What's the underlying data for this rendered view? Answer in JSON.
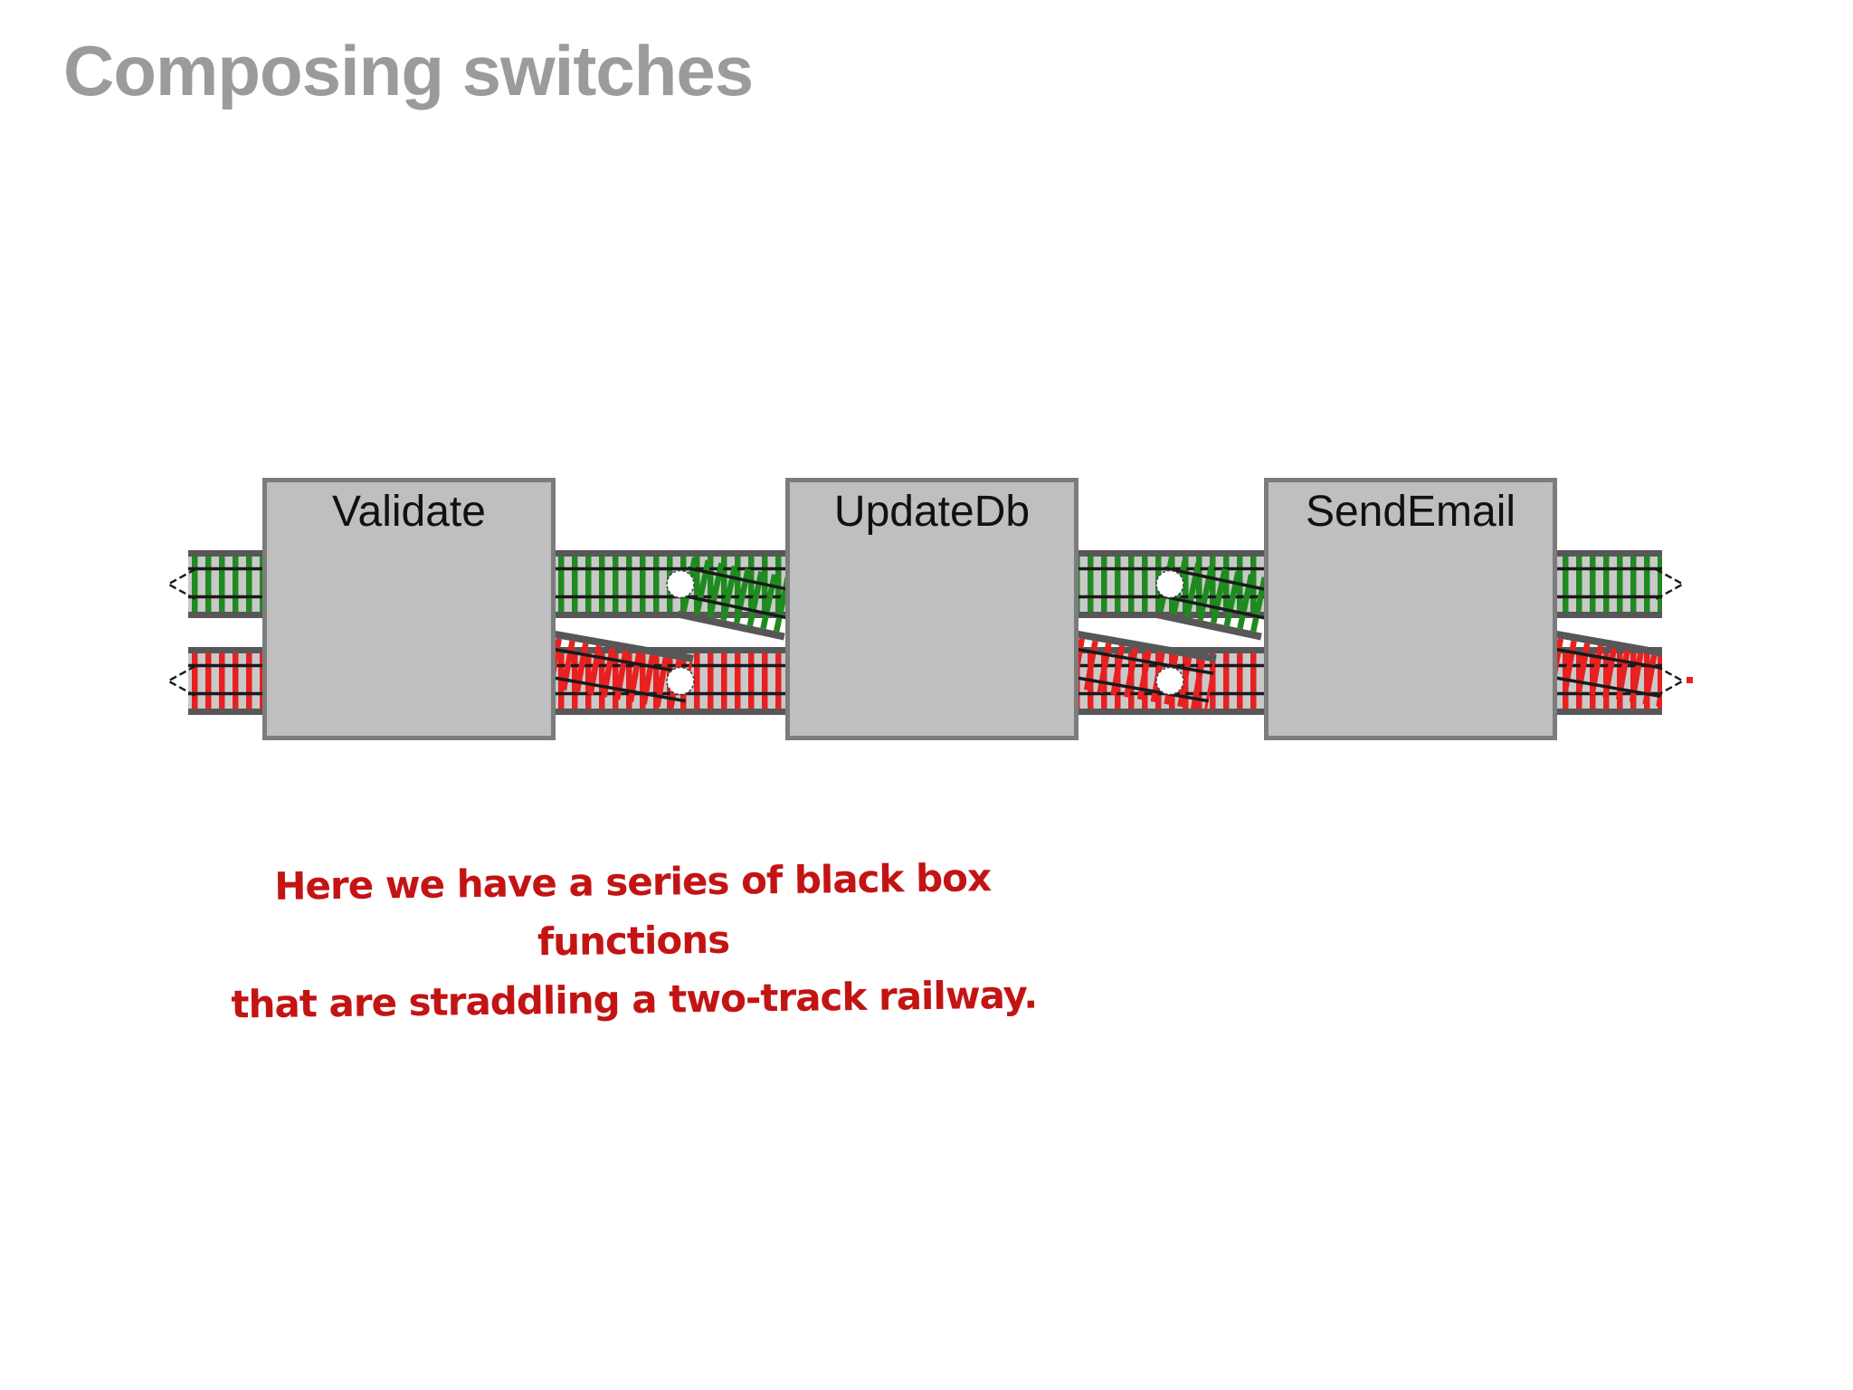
{
  "slide": {
    "title": "Composing switches",
    "boxes": [
      {
        "label": "Validate"
      },
      {
        "label": "UpdateDb"
      },
      {
        "label": "SendEmail"
      }
    ],
    "caption_line1": "Here we have a series of black box functions",
    "caption_line2": "that are straddling a two-track railway."
  },
  "colors": {
    "title_gray": "#9b9b9b",
    "box_fill": "#bfbfbf",
    "box_border": "#7c7c7c",
    "box_label": "#111111",
    "track_bed": "#c9c9c9",
    "track_edge": "#575757",
    "tie_green": "#1f8b1f",
    "tie_red": "#e82020",
    "rail": "#1a1a1a",
    "dot_fill": "#ffffff",
    "dot_stroke": "#444444",
    "caption_red": "#c31414",
    "background": "#ffffff"
  }
}
